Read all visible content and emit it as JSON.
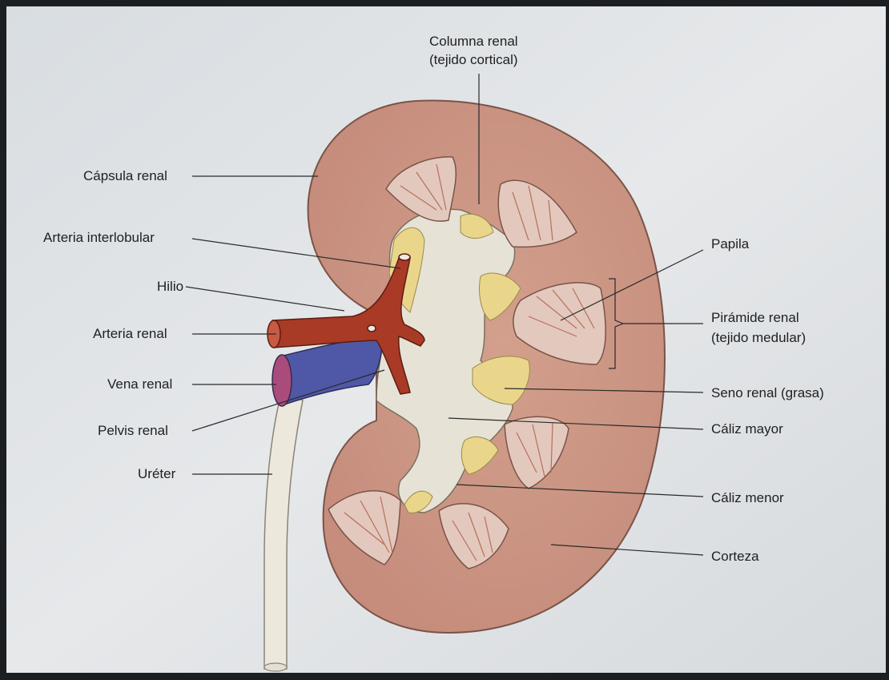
{
  "labels": {
    "columna_renal_line1": "Columna renal",
    "columna_renal_line2": "(tejido cortical)",
    "capsula_renal": "Cápsula renal",
    "arteria_interlobular": "Arteria interlobular",
    "hilio": "Hilio",
    "arteria_renal": "Arteria renal",
    "vena_renal": "Vena renal",
    "pelvis_renal": "Pelvis renal",
    "ureter": "Uréter",
    "papila": "Papila",
    "piramide_renal_line1": "Pirámide renal",
    "piramide_renal_line2": "(tejido medular)",
    "seno_renal": "Seno renal (grasa)",
    "caliz_mayor": "Cáliz mayor",
    "caliz_menor": "Cáliz menor",
    "corteza": "Corteza"
  },
  "colors": {
    "page_background": "#dfe3e6",
    "cortex": "#c9907c",
    "cortex_outline": "#7a5448",
    "pyramid": "#e3c8bd",
    "pyramid_striation": "#b86e5c",
    "sinus_fat": "#ead68a",
    "pelvis": "#e6e2d6",
    "artery": "#a93a26",
    "vein": "#4f58a6",
    "ureter": "#ece8dc"
  }
}
